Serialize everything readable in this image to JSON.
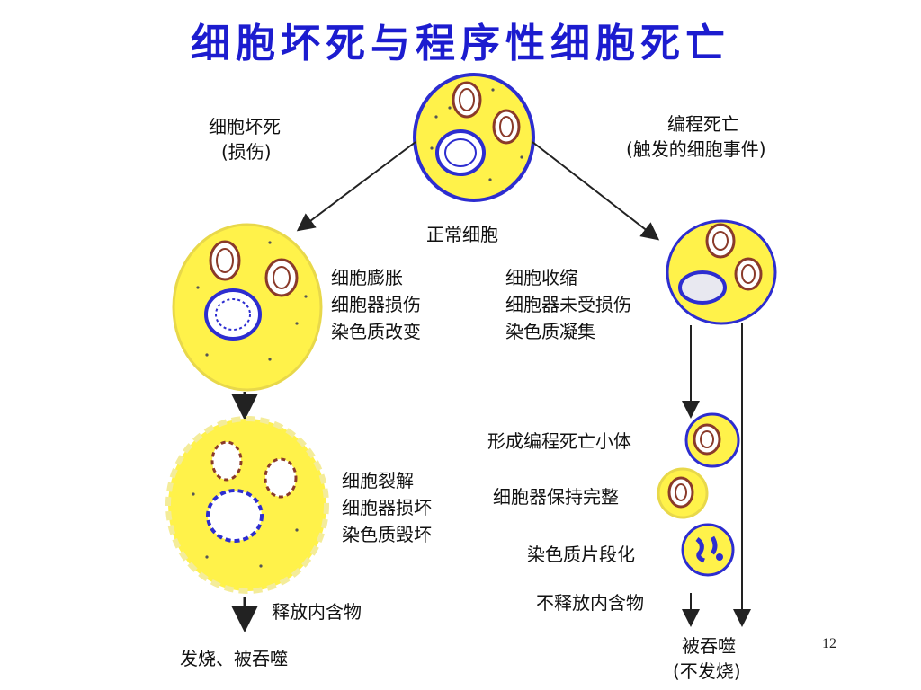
{
  "title": "细胞坏死与程序性细胞死亡",
  "page_number": "12",
  "colors": {
    "title": "#1c1ccf",
    "cell_fill": "#fff24a",
    "cell_border": "#2d2dd0",
    "nucleus": "#2d2dd0",
    "mitochondria": "#8a3a2a",
    "arrow": "#222222"
  },
  "labels": {
    "necrosis_heading": "细胞坏死",
    "necrosis_cause": "(损伤)",
    "apoptosis_heading": "编程死亡",
    "apoptosis_cause": "(触发的细胞事件)",
    "normal_cell": "正常细胞",
    "necrosis_stage1_line1": "细胞膨胀",
    "necrosis_stage1_line2": "细胞器损伤",
    "necrosis_stage1_line3": "染色质改变",
    "necrosis_stage2_line1": "细胞裂解",
    "necrosis_stage2_line2": "细胞器损坏",
    "necrosis_stage2_line3": "染色质毁坏",
    "necrosis_release": "释放内含物",
    "necrosis_outcome": "发烧、被吞噬",
    "apoptosis_stage1_line1": "细胞收缩",
    "apoptosis_stage1_line2": "细胞器未受损伤",
    "apoptosis_stage1_line3": "染色质凝集",
    "apoptosis_body": "形成编程死亡小体",
    "apoptosis_organelles": "细胞器保持完整",
    "apoptosis_chromatin": "染色质片段化",
    "apoptosis_no_release": "不释放内含物",
    "apoptosis_outcome_line1": "被吞噬",
    "apoptosis_outcome_line2": "(不发烧)"
  }
}
